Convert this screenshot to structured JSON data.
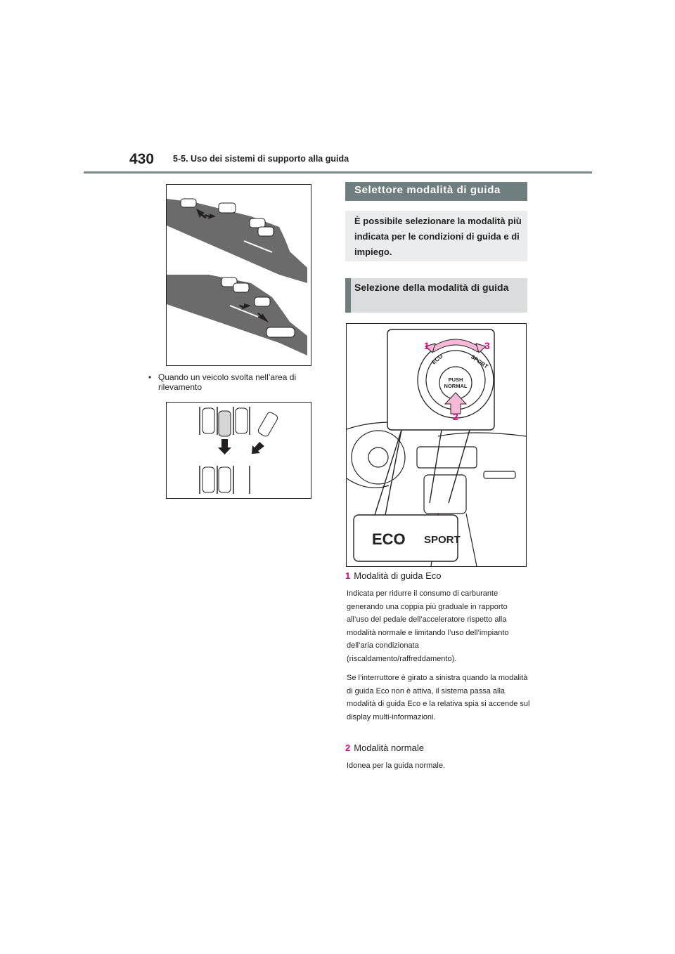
{
  "header": {
    "page_number": "430",
    "chapter": "5-5. Uso dei sistemi di supporto alla guida"
  },
  "left_column": {
    "bullet": "•",
    "bullet_text": "Quando un veicolo svolta nell’area di rilevamento"
  },
  "section": {
    "title": "Selettore modalità di guida",
    "intro": "È possibile selezionare la modalità più indicata per le condizioni di guida e di impiego.",
    "subtitle": "Selezione della modalità di guida"
  },
  "illustration": {
    "dial_push": "PUSH",
    "dial_normal": "NORMAL",
    "dial_eco": "ECO",
    "dial_sport": "SPORT",
    "callout_1": "1",
    "callout_2": "2",
    "callout_3": "3",
    "indicator_eco": "ECO",
    "indicator_sport": "SPORT",
    "accent_color": "#e4007f"
  },
  "items": [
    {
      "number": "1",
      "title": "Modalità di guida Eco",
      "paragraphs": [
        "Indicata per ridurre il consumo di carburante generando una coppia più graduale in rapporto all’uso del pedale dell’acceleratore rispetto alla modalità normale e limitando l’uso dell’impianto dell’aria condizionata (riscaldamento/raffreddamento).",
        "Se l’interruttore è girato a sinistra quando la modalità di guida Eco non è attiva, il sistema passa alla modalità di guida Eco e la relativa spia si accende sul display multi-informazioni."
      ]
    },
    {
      "number": "2",
      "title": "Modalità normale",
      "paragraphs": [
        "Idonea per la guida normale."
      ]
    }
  ]
}
